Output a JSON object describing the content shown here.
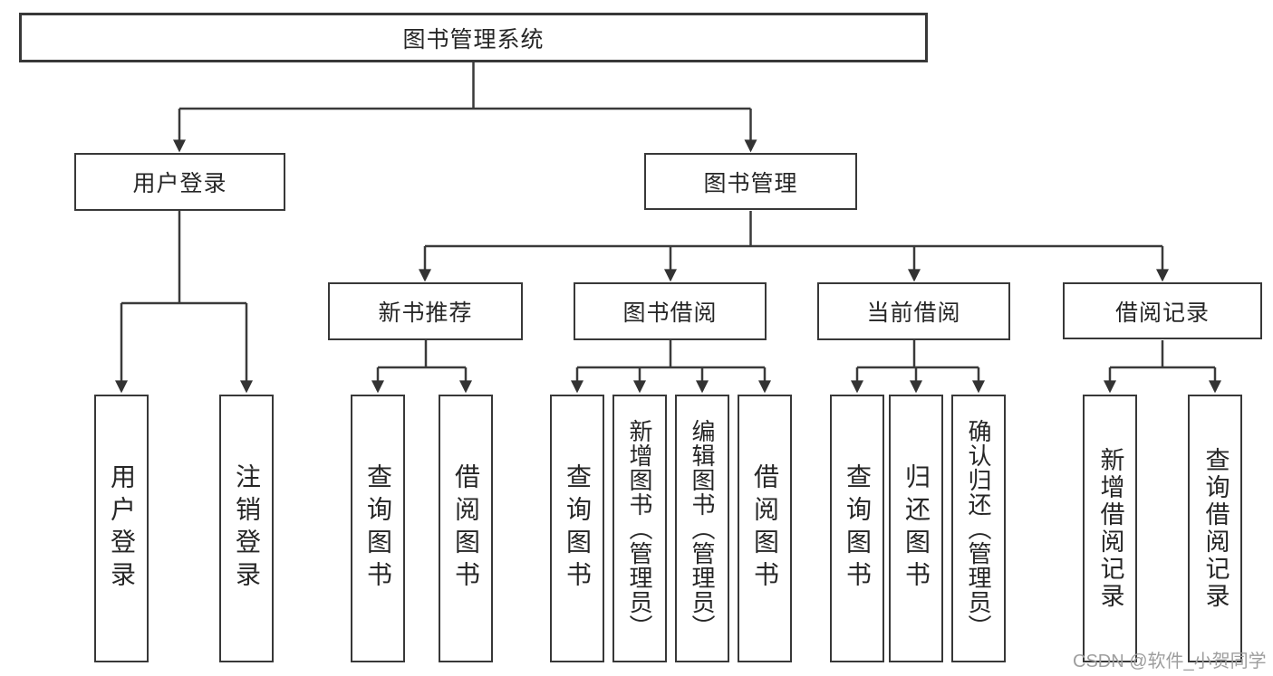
{
  "tree": {
    "root": {
      "label": "图书管理系统"
    },
    "branches": [
      {
        "label": "用户登录",
        "children": [
          {
            "label": "用户登录"
          },
          {
            "label": "注销登录"
          }
        ]
      },
      {
        "label": "图书管理",
        "children": [
          {
            "label": "新书推荐",
            "children": [
              {
                "label": "查询图书"
              },
              {
                "label": "借阅图书"
              }
            ]
          },
          {
            "label": "图书借阅",
            "children": [
              {
                "label": "查询图书"
              },
              {
                "label": "新增图书（管理员）"
              },
              {
                "label": "编辑图书（管理员）"
              },
              {
                "label": "借阅图书"
              }
            ]
          },
          {
            "label": "当前借阅",
            "children": [
              {
                "label": "查询图书"
              },
              {
                "label": "归还图书"
              },
              {
                "label": "确认归还（管理员）"
              }
            ]
          },
          {
            "label": "借阅记录",
            "children": [
              {
                "label": "新增借阅记录"
              },
              {
                "label": "查询借阅记录"
              }
            ]
          }
        ]
      }
    ]
  },
  "watermark": {
    "text": "CSDN @软件_小贺同学"
  },
  "colors": {
    "line": "#3a3a3a",
    "box_border": "#383838",
    "text": "#262626",
    "watermark": "#9e9e9e",
    "background": "#ffffff"
  }
}
